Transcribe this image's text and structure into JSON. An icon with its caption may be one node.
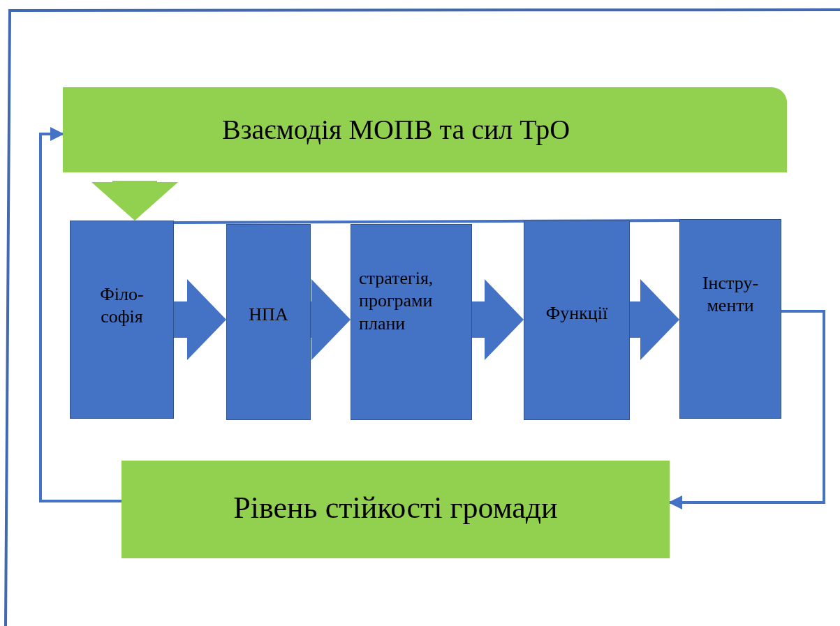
{
  "diagram": {
    "nodes": [
      {
        "text": [
          "Взаємодія МОПВ та сил ТрО"
        ]
      },
      {
        "text": [
          "Філо- софія"
        ]
      },
      {
        "text": [
          "НПА"
        ]
      },
      {
        "text": [
          "стратегія, програми плани"
        ]
      },
      {
        "text": [
          "Функції"
        ]
      },
      {
        "text": [
          "Інстру- менти"
        ]
      },
      {
        "text": [
          "Рівень стійкості громади"
        ]
      }
    ],
    "edges": [
      {
        "from": 0,
        "to": 1,
        "arrow": "to",
        "style": "thick",
        "color": "#92d050"
      },
      {
        "from": 1,
        "to": 2,
        "arrow": "to",
        "style": "thick"
      },
      {
        "from": 2,
        "to": 3,
        "arrow": "to",
        "style": "thick"
      },
      {
        "from": 3,
        "to": 4,
        "arrow": "to",
        "style": "thick"
      },
      {
        "from": 4,
        "to": 5,
        "arrow": "to",
        "style": "thick"
      },
      {
        "from": 1,
        "to": 5,
        "arrow": "none"
      },
      {
        "from": 5,
        "to": 6,
        "arrow": "to"
      },
      {
        "from": 6,
        "to": 0,
        "arrow": "to"
      }
    ]
  }
}
